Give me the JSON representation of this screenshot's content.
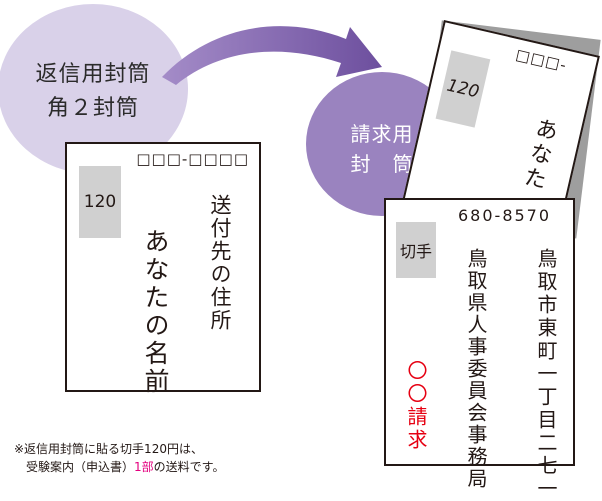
{
  "return_circle": {
    "line1": "返信用封筒",
    "line2": "角２封筒"
  },
  "request_circle": {
    "line1": "請求用",
    "line2": "封　筒"
  },
  "return_envelope": {
    "postal_boxes": "□□□-□□□□",
    "stamp": "120",
    "address": "送付先の住所",
    "name": "あなたの名前"
  },
  "back_envelope": {
    "postal_boxes": "□□□-",
    "stamp": "120",
    "name": "あなた"
  },
  "request_envelope": {
    "postal_code": "680-8570",
    "stamp": "切手",
    "address": "鳥取市東町一丁目二七一",
    "recipient": "鳥取県人事委員会事務局",
    "request_label": "〇〇請求"
  },
  "footnote": {
    "line1": "※返信用封筒に貼る切手120円は、",
    "line2_prefix": "受験案内（申込書）",
    "line2_highlight": "1部",
    "line2_suffix": "の送料です。"
  },
  "colors": {
    "circle_light": "#d9d1e9",
    "circle_dark": "#9a83bf",
    "arrow": "#6d4f9e",
    "stamp_gray": "#d0d0d0",
    "request_red": "#e60012",
    "highlight_pink": "#e4007f"
  }
}
